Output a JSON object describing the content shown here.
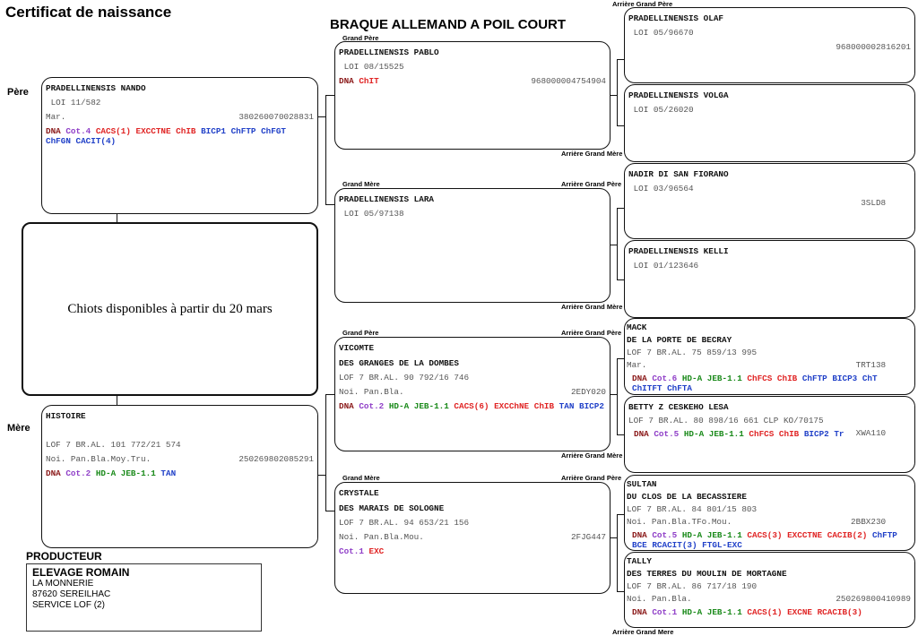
{
  "title": "Certificat de naissance",
  "breed": "BRAQUE ALLEMAND A POIL COURT",
  "labels": {
    "pere": "Père",
    "mere": "Mère",
    "grand_pere": "Grand Père",
    "grand_mere": "Grand Mère",
    "arriere_grand_pere": "Arrière Grand Père",
    "arriere_grand_mere": "Arrière Grand Mère",
    "arriere_grand_mere_alt": "Arrière Grand Mere"
  },
  "center_message": "Chiots disponibles à partir du 20 mars",
  "producer": {
    "heading": "PRODUCTEUR",
    "name": "ELEVAGE ROMAIN",
    "lines": [
      "LA MONNERIE",
      "87620 SEREILHAC",
      "SERVICE LOF (2)"
    ]
  },
  "dogs": [
    {
      "key": "pere",
      "names": [
        "PRADELLINENSIS NANDO"
      ],
      "lines": [
        {
          "text": " LOI 11/582"
        },
        {
          "text": "Mar.",
          "id": "380260070028831"
        }
      ],
      "dna": [
        [
          "DNA",
          "dna"
        ],
        [
          "Cot.4",
          "cot"
        ],
        [
          "CACS(1)",
          "red"
        ],
        [
          "EXCCTNE",
          "red"
        ],
        [
          "ChIB",
          "red"
        ],
        [
          "BICP1",
          "blue"
        ],
        [
          "ChFTP",
          "blue"
        ],
        [
          "ChFGT",
          "blue"
        ],
        [
          "ChFGN",
          "blue"
        ],
        [
          "CACIT(4)",
          "blue"
        ]
      ]
    },
    {
      "key": "mere",
      "names": [
        "HISTOIRE"
      ],
      "lines": [
        {
          "text": ""
        },
        {
          "text": "LOF 7 BR.AL. 101 772/21 574"
        },
        {
          "text": "Noi. Pan.Bla.Moy.Tru.",
          "id": "250269802085291"
        }
      ],
      "dna": [
        [
          "DNA",
          "dna"
        ],
        [
          "Cot.2",
          "cot"
        ],
        [
          "HD-A",
          "green"
        ],
        [
          "JEB-1.1",
          "green"
        ],
        [
          "TAN",
          "blue"
        ]
      ]
    },
    {
      "key": "gp1",
      "names": [
        "PRADELLINENSIS PABLO"
      ],
      "lines": [
        {
          "text": " LOI 08/15525"
        },
        {
          "text": "",
          "id": "968000004754904"
        }
      ],
      "dna": [
        [
          "DNA",
          "dna"
        ],
        [
          "ChIT",
          "red"
        ]
      ]
    },
    {
      "key": "gm1",
      "names": [
        "PRADELLINENSIS LARA"
      ],
      "lines": [
        {
          "text": " LOI 05/97138"
        }
      ],
      "dna": []
    },
    {
      "key": "gp2",
      "names": [
        "VICOMTE",
        "DES GRANGES DE LA DOMBES"
      ],
      "lines": [
        {
          "text": "LOF 7 BR.AL. 90 792/16 746"
        },
        {
          "text": "Noi. Pan.Bla.",
          "id": "2EDY020"
        }
      ],
      "dna": [
        [
          "DNA",
          "dna"
        ],
        [
          "Cot.2",
          "cot"
        ],
        [
          "HD-A",
          "green"
        ],
        [
          "JEB-1.1",
          "green"
        ],
        [
          "CACS(6)",
          "red"
        ],
        [
          "EXCChNE",
          "red"
        ],
        [
          "ChIB",
          "red"
        ],
        [
          "TAN",
          "blue"
        ],
        [
          "BICP2",
          "blue"
        ]
      ]
    },
    {
      "key": "gm2",
      "names": [
        "CRYSTALE",
        "DES MARAIS DE SOLOGNE"
      ],
      "lines": [
        {
          "text": "LOF 7 BR.AL. 94 653/21 156"
        },
        {
          "text": "Noi. Pan.Bla.Mou.",
          "id": "2FJG447"
        }
      ],
      "dna": [
        [
          "Cot.1",
          "cot"
        ],
        [
          "EXC",
          "red"
        ]
      ]
    },
    {
      "key": "agp1",
      "names": [
        "PRADELLINENSIS OLAF"
      ],
      "lines": [
        {
          "text": " LOI 05/96670"
        },
        {
          "text": "",
          "id": "968000002816201"
        }
      ],
      "dna": []
    },
    {
      "key": "agm1",
      "names": [
        "PRADELLINENSIS VOLGA"
      ],
      "lines": [
        {
          "text": " LOI 05/26020"
        }
      ],
      "dna": []
    },
    {
      "key": "agp2",
      "names": [
        "NADIR DI SAN FIORANO"
      ],
      "lines": [
        {
          "text": " LOI 03/96564"
        },
        {
          "text": "",
          "id": "3SLD8     "
        }
      ],
      "dna": []
    },
    {
      "key": "agm2",
      "names": [
        "PRADELLINENSIS KELLI"
      ],
      "lines": [
        {
          "text": " LOI 01/123646"
        }
      ],
      "dna": []
    },
    {
      "key": "agp3",
      "names": [
        "MACK",
        "DE LA PORTE DE BECRAY"
      ],
      "lines": [
        {
          "text": "LOF 7 BR.AL. 75 859/13 995"
        },
        {
          "text": "Mar.",
          "id": "TRT138     "
        }
      ],
      "dna": [
        [
          "DNA",
          "dna"
        ],
        [
          "Cot.6",
          "cot"
        ],
        [
          "HD-A",
          "green"
        ],
        [
          "JEB-1.1",
          "green"
        ],
        [
          "ChFCS",
          "red"
        ],
        [
          "ChIB",
          "red"
        ],
        [
          "ChFTP",
          "blue"
        ],
        [
          "BICP3",
          "blue"
        ],
        [
          "ChT",
          "blue"
        ],
        [
          "ChITFT",
          "blue"
        ],
        [
          "ChFTA",
          "blue"
        ]
      ]
    },
    {
      "key": "agm3",
      "names": [
        "BETTY Z CESKEHO LESA"
      ],
      "lines": [
        {
          "text": "LOF 7 BR.AL. 80 898/16 661 CLP KO/70175"
        },
        {
          "text": "",
          "id": "XWA110     "
        }
      ],
      "dna": [
        [
          "DNA",
          "dna"
        ],
        [
          "Cot.5",
          "cot"
        ],
        [
          "HD-A",
          "green"
        ],
        [
          "JEB-1.1",
          "green"
        ],
        [
          "ChFCS",
          "red"
        ],
        [
          "ChIB",
          "red"
        ],
        [
          "BICP2",
          "blue"
        ],
        [
          "Tr",
          "blue"
        ]
      ]
    },
    {
      "key": "agp4",
      "names": [
        "SULTAN",
        "DU CLOS DE LA BECASSIERE"
      ],
      "lines": [
        {
          "text": "LOF 7 BR.AL. 84 801/15 803"
        },
        {
          "text": "Noi. Pan.Bla.TFo.Mou.",
          "id": "2BBX230     "
        }
      ],
      "dna": [
        [
          "DNA",
          "dna"
        ],
        [
          "Cot.5",
          "cot"
        ],
        [
          "HD-A",
          "green"
        ],
        [
          "JEB-1.1",
          "green"
        ],
        [
          "CACS(3)",
          "red"
        ],
        [
          "EXCCTNE",
          "red"
        ],
        [
          "CACIB(2)",
          "red"
        ],
        [
          "ChFTP",
          "blue"
        ],
        [
          "BCE",
          "blue"
        ],
        [
          "RCACIT(3)",
          "blue"
        ],
        [
          "FTGL-EXC",
          "blue"
        ]
      ]
    },
    {
      "key": "agm4",
      "names": [
        "TALLY",
        "DES TERRES DU MOULIN DE MORTAGNE"
      ],
      "lines": [
        {
          "text": "LOF 7 BR.AL. 86 717/18 190"
        },
        {
          "text": "Noi. Pan.Bla.",
          "id": "250269800410989"
        }
      ],
      "dna": [
        [
          "DNA",
          "dna"
        ],
        [
          "Cot.1",
          "cot"
        ],
        [
          "HD-A",
          "green"
        ],
        [
          "JEB-1.1",
          "green"
        ],
        [
          "CACS(1)",
          "red"
        ],
        [
          "EXCNE",
          "red"
        ],
        [
          "RCACIB(3)",
          "red"
        ]
      ]
    }
  ]
}
